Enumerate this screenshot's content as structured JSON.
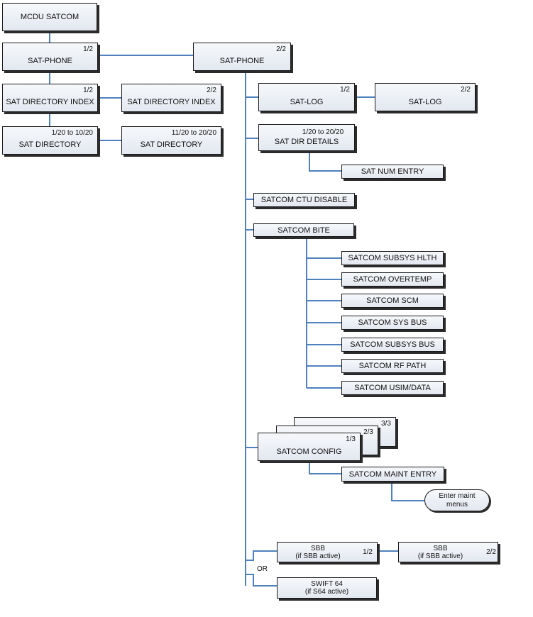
{
  "nodes": {
    "mcdu_satcom": {
      "label": "MCDU SATCOM"
    },
    "sat_phone_1": {
      "label": "SAT-PHONE",
      "page": "1/2"
    },
    "sat_phone_2": {
      "label": "SAT-PHONE",
      "page": "2/2"
    },
    "sat_dir_index_1": {
      "label": "SAT DIRECTORY INDEX",
      "page": "1/2"
    },
    "sat_dir_index_2": {
      "label": "SAT DIRECTORY INDEX",
      "page": "2/2"
    },
    "sat_directory_1": {
      "label": "SAT DIRECTORY",
      "page": "1/20 to 10/20"
    },
    "sat_directory_2": {
      "label": "SAT DIRECTORY",
      "page": "11/20 to 20/20"
    },
    "sat_log_1": {
      "label": "SAT-LOG",
      "page": "1/2"
    },
    "sat_log_2": {
      "label": "SAT-LOG",
      "page": "2/2"
    },
    "sat_dir_details": {
      "label": "SAT DIR DETAILS",
      "page": "1/20 to 20/20"
    },
    "sat_num_entry": {
      "label": "SAT NUM ENTRY"
    },
    "satcom_ctu_disable": {
      "label": "SATCOM CTU DISABLE"
    },
    "satcom_bite": {
      "label": "SATCOM BITE"
    },
    "satcom_subsys_hlth": {
      "label": "SATCOM SUBSYS HLTH"
    },
    "satcom_overtemp": {
      "label": "SATCOM OVERTEMP"
    },
    "satcom_scm": {
      "label": "SATCOM SCM"
    },
    "satcom_sys_bus": {
      "label": "SATCOM SYS BUS"
    },
    "satcom_subsys_bus": {
      "label": "SATCOM SUBSYS BUS"
    },
    "satcom_rf_path": {
      "label": "SATCOM RF PATH"
    },
    "satcom_usim_data": {
      "label": "SATCOM USIM/DATA"
    },
    "satcom_config_3": {
      "page": "3/3"
    },
    "satcom_config_2": {
      "page": "2/3"
    },
    "satcom_config_1": {
      "label": "SATCOM CONFIG",
      "page": "1/3"
    },
    "satcom_maint_entry": {
      "label": "SATCOM MAINT ENTRY"
    },
    "enter_maint_menus": {
      "line1": "Enter maint",
      "line2": "menus"
    },
    "sbb_1": {
      "line1": "SBB",
      "line2": "(if SBB active)",
      "page": "1/2"
    },
    "sbb_2": {
      "line1": "SBB",
      "line2": "(if SBB active)",
      "page": "2/2"
    },
    "swift64": {
      "line1": "SWIFT 64",
      "line2": "(if S64 active)"
    }
  },
  "or_label": "OR",
  "connector_color": "#4f81bd"
}
